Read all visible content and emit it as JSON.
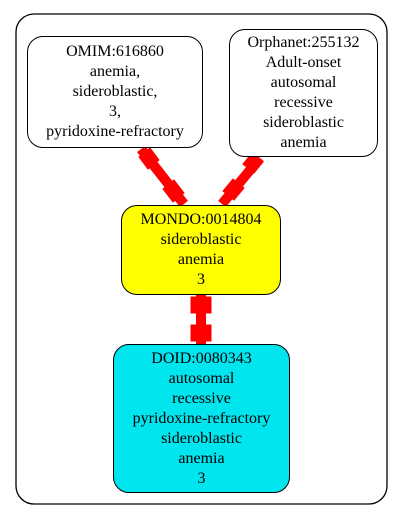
{
  "colors": {
    "edge": "#ff0000",
    "mondo_fill": "#ffff00",
    "doid_fill": "#00e5ee",
    "plain_fill": "#ffffff",
    "stroke": "#000000"
  },
  "nodes": {
    "omim": {
      "lines": [
        "OMIM:616860",
        "anemia,",
        "sideroblastic,",
        "3,",
        "pyridoxine-refractory"
      ]
    },
    "orphanet": {
      "lines": [
        "Orphanet:255132",
        "Adult-onset",
        "autosomal",
        "recessive",
        "sideroblastic",
        "anemia"
      ]
    },
    "mondo": {
      "lines": [
        "MONDO:0014804",
        "sideroblastic",
        "anemia",
        "3"
      ]
    },
    "doid": {
      "lines": [
        "DOID:0080343",
        "autosomal",
        "recessive",
        "pyridoxine-refractory",
        "sideroblastic",
        "anemia",
        "3"
      ]
    }
  }
}
